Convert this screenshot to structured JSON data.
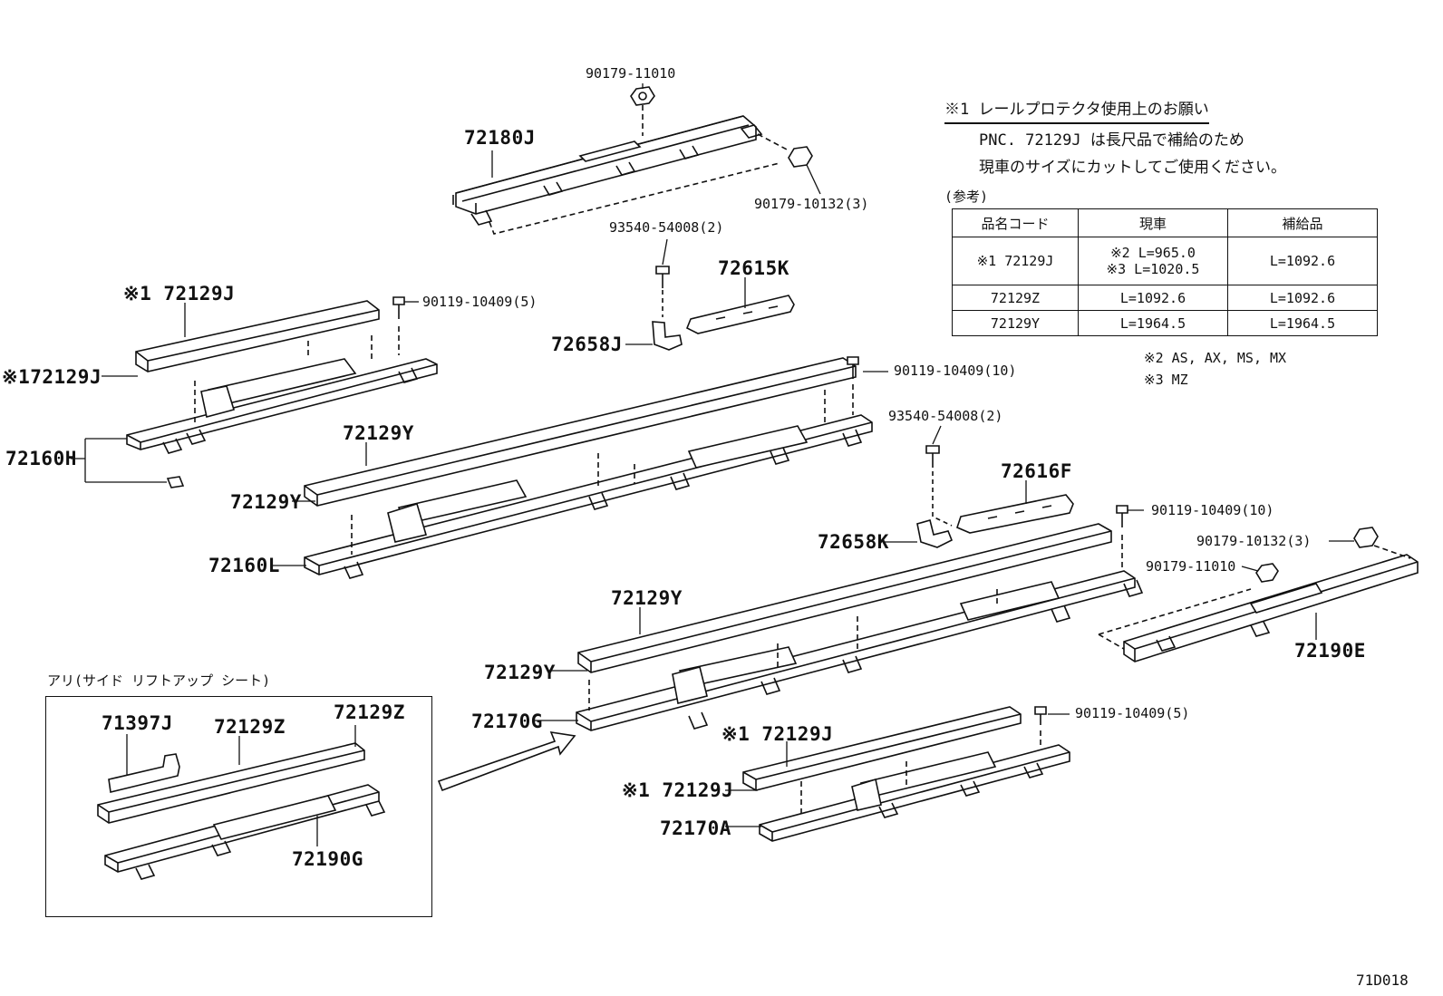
{
  "labels": {
    "p72180J": "72180J",
    "p90179_11010_top": "90179-11010",
    "p90179_10132_top": "90179-10132(3)",
    "p93540_top": "93540-54008(2)",
    "p72615K": "72615K",
    "p72658J": "72658J",
    "p72129J_a": "※1 72129J",
    "p72129J_b": "※172129J",
    "p90119_5_top": "90119-10409(5)",
    "p72160H": "72160H",
    "p90119_10_a": "90119-10409(10)",
    "p72129Y_a": "72129Y",
    "p72129Y_b": "72129Y",
    "p72160L": "72160L",
    "p93540_mid": "93540-54008(2)",
    "p72616F": "72616F",
    "p72658K": "72658K",
    "p90119_10_b": "90119-10409(10)",
    "p90179_10132_right": "90179-10132(3)",
    "p90179_11010_right": "90179-11010",
    "p72190E": "72190E",
    "p72129Y_c": "72129Y",
    "p72129Y_d": "72129Y",
    "p72170G": "72170G",
    "p90119_5_bottom": "90119-10409(5)",
    "p72129J_c": "※1 72129J",
    "p72129J_d": "※1 72129J",
    "p72170A": "72170A",
    "inset_title": "アリ(サイド リフトアップ シート)",
    "p71397J": "71397J",
    "p72129Z_a": "72129Z",
    "p72129Z_b": "72129Z",
    "p72190G": "72190G",
    "figure_code": "71D018"
  },
  "note": {
    "title": "※1 レールプロテクタ使用上のお願い",
    "line1": "PNC. 72129J は長尺品で補給のため",
    "line2": "現車のサイズにカットしてご使用ください。",
    "ref_caption": "(参考)",
    "footnote2": "※2 AS, AX, MS, MX",
    "footnote3": "※3 MZ"
  },
  "ref_table": {
    "headers": [
      "品名コード",
      "現車",
      "補給品"
    ],
    "rows": [
      {
        "code": "※1 72129J",
        "current": "※2 L=965.0",
        "current2": "※3 L=1020.5",
        "supply": "L=1092.6"
      },
      {
        "code": "72129Z",
        "current": "L=1092.6",
        "supply": "L=1092.6"
      },
      {
        "code": "72129Y",
        "current": "L=1964.5",
        "supply": "L=1964.5"
      }
    ]
  }
}
